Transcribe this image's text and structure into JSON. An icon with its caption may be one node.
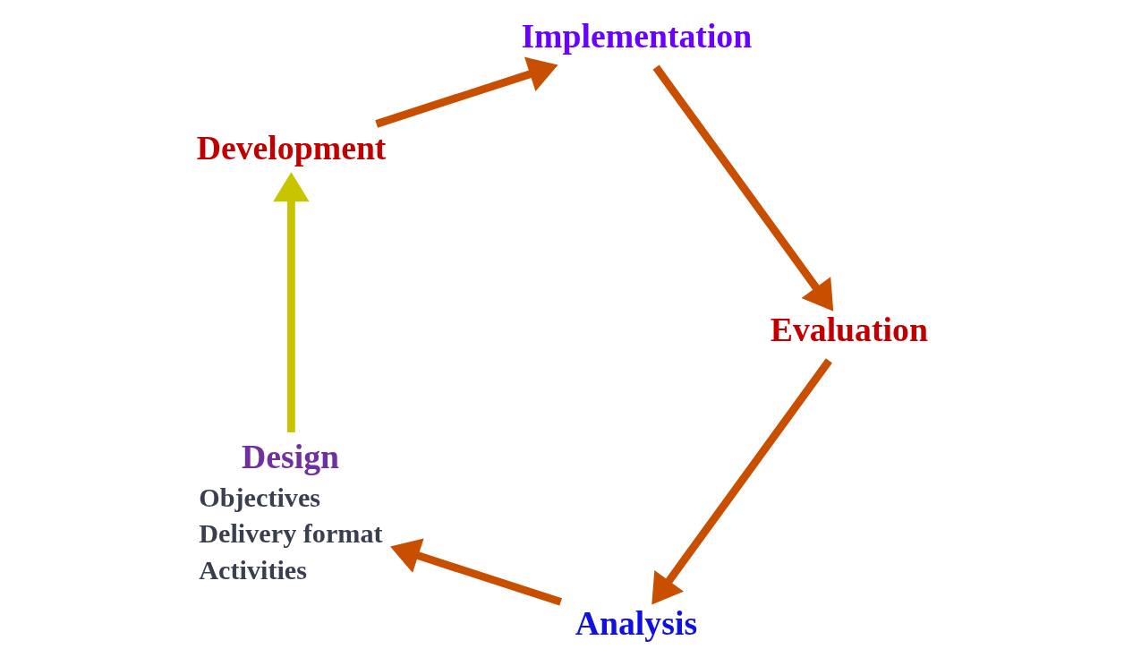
{
  "diagram": {
    "nodes": [
      {
        "text": [
          "Analysis"
        ]
      },
      {
        "text": [
          "Design"
        ],
        "beside": [
          "Objectives",
          "Delivery format",
          "Activities"
        ]
      },
      {
        "text": [
          "Development"
        ]
      },
      {
        "text": [
          "Implementation"
        ]
      },
      {
        "text": [
          "Evaluation"
        ]
      }
    ],
    "edges": [
      {
        "from": 0,
        "to": 1,
        "arrow": "to"
      },
      {
        "from": 1,
        "to": 2,
        "arrow": "to",
        "color": "#c8c400"
      },
      {
        "from": 2,
        "to": 3,
        "arrow": "to"
      },
      {
        "from": 3,
        "to": 4,
        "arrow": "to"
      },
      {
        "from": 4,
        "to": 0,
        "arrow": "to"
      }
    ]
  }
}
